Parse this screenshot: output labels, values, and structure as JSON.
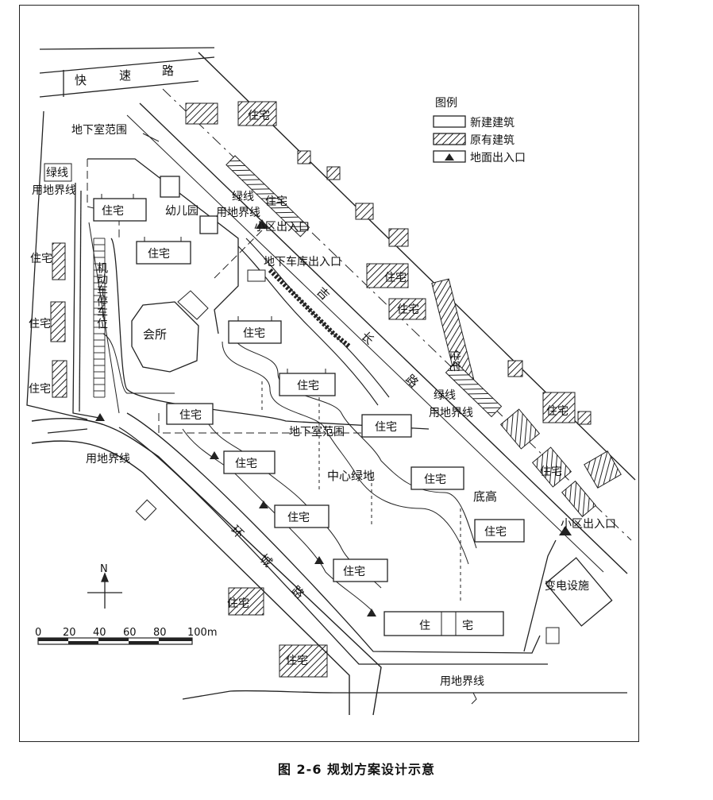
{
  "caption": "图 2-6   规划方案设计示意",
  "legend": {
    "title": "图例",
    "new_building": "新建建筑",
    "existing_building": "原有建筑",
    "entrance": "地面出入口"
  },
  "labels": {
    "expressway_1": "快",
    "expressway_2": "速",
    "expressway_3": "路",
    "basement_range_top": "地下室范围",
    "basement_range_mid": "地下室范围",
    "green_line_left": "绿线",
    "site_boundary_left": "用地界线",
    "green_line_top": "绿线",
    "site_boundary_top": "用地界线",
    "kindergarten": "幼儿园",
    "community_entrance_top": "小区出入口",
    "garage_entrance": "地下车库出入口",
    "parking_vertical": "机动车停车位",
    "clubhouse": "会所",
    "central_green": "中心绿地",
    "green_line_right": "绿线",
    "site_boundary_right": "用地界线",
    "site_boundary_sw": "用地界线",
    "site_boundary_bottom": "用地界线",
    "podium": "底高",
    "community_entrance_right": "小区出入口",
    "substation": "变电设施",
    "road_left_1": "环",
    "road_left_2": "城",
    "road_left_3": "路",
    "road_right_1": "吉",
    "road_right_2": "长",
    "road_right_3": "路",
    "residence": "住宅",
    "residence_1": "住",
    "residence_2": "宅"
  },
  "north": "N",
  "scale_bar": {
    "ticks": [
      "0",
      "20",
      "40",
      "60",
      "80",
      "100m"
    ]
  }
}
